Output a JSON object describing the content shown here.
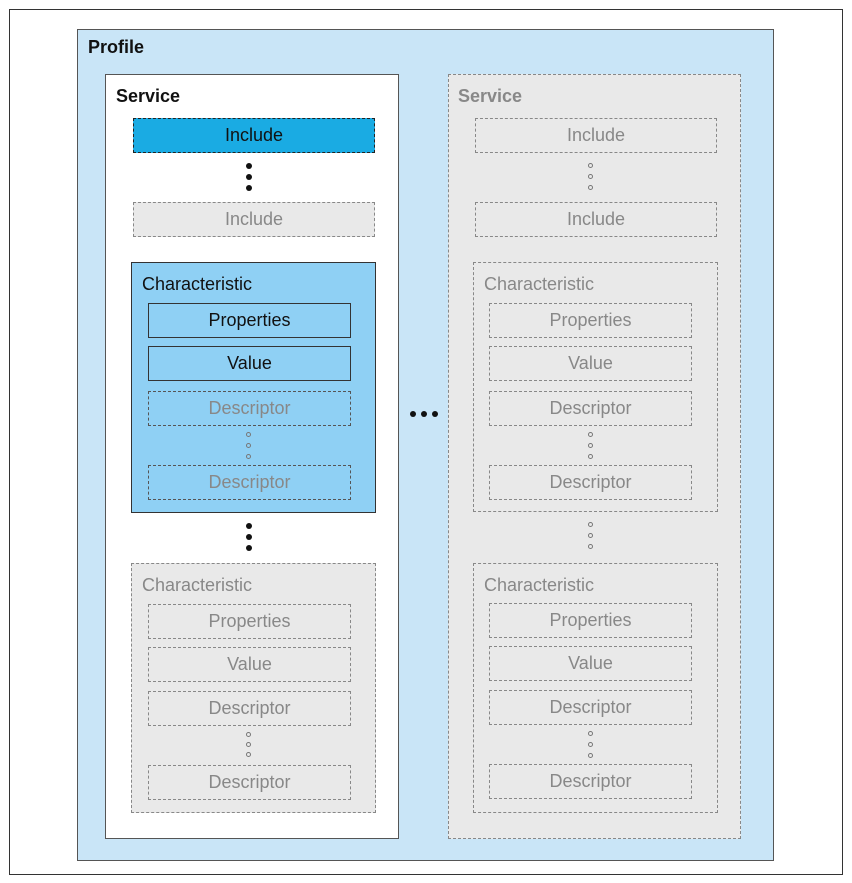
{
  "profile": {
    "title": "Profile"
  },
  "service_main": {
    "title": "Service",
    "include_active": "Include",
    "include_optional": "Include",
    "characteristic_active": {
      "title": "Characteristic",
      "properties": "Properties",
      "value": "Value",
      "descriptor_1": "Descriptor",
      "descriptor_2": "Descriptor"
    },
    "characteristic_optional": {
      "title": "Characteristic",
      "properties": "Properties",
      "value": "Value",
      "descriptor_1": "Descriptor",
      "descriptor_2": "Descriptor"
    }
  },
  "service_optional": {
    "title": "Service",
    "include_1": "Include",
    "include_2": "Include",
    "characteristic_1": {
      "title": "Characteristic",
      "properties": "Properties",
      "value": "Value",
      "descriptor_1": "Descriptor",
      "descriptor_2": "Descriptor"
    },
    "characteristic_2": {
      "title": "Characteristic",
      "properties": "Properties",
      "value": "Value",
      "descriptor_1": "Descriptor",
      "descriptor_2": "Descriptor"
    }
  },
  "colors": {
    "profile_bg": "#c9e5f7",
    "include_active_bg": "#1aabe3",
    "characteristic_active_bg": "#8fd0f4",
    "optional_bg": "#e9e9e9",
    "optional_text": "#888888"
  }
}
